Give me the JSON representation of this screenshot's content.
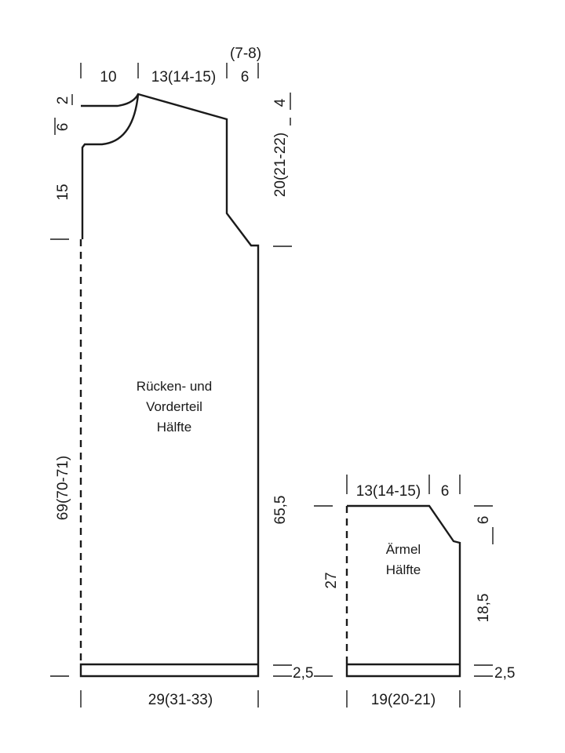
{
  "body_piece": {
    "label_lines": [
      "Rücken- und",
      "Vorderteil",
      "Hälfte"
    ],
    "top": {
      "neck_width": "10",
      "shoulder_width": "13(14-15)",
      "shoulder_extra_upper": "(7-8)",
      "shoulder_extra_lower": "6"
    },
    "left": {
      "neck_top": "2",
      "neck_depth": "6",
      "armhole_side": "15",
      "body_length": "69(70-71)"
    },
    "right": {
      "shoulder_slope": "4",
      "armhole_depth": "20(21-22)",
      "side_length": "65,5",
      "hem": "2,5"
    },
    "bottom": {
      "width": "29(31-33)"
    }
  },
  "sleeve_piece": {
    "label_lines": [
      "Ärmel",
      "Hälfte"
    ],
    "top": {
      "width": "13(14-15)",
      "cap": "6"
    },
    "left": {
      "length": "27"
    },
    "right": {
      "cap_depth": "6",
      "length": "18,5",
      "hem": "2,5"
    },
    "bottom": {
      "width": "19(20-21)"
    }
  }
}
